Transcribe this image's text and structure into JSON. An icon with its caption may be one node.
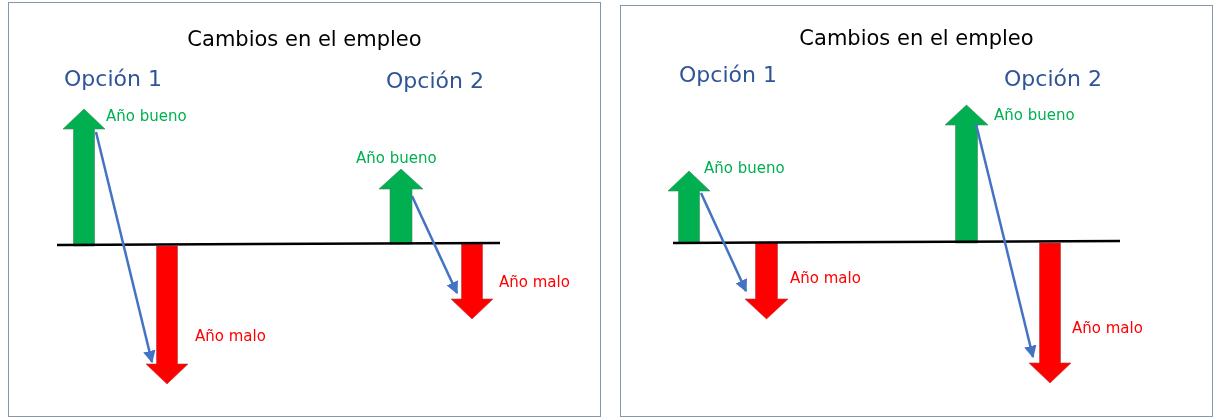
{
  "diagram": {
    "nodes": [
      {
        "text": [
          "Cambios en el empleo"
        ]
      },
      {
        "text": [],
        "shape": "arrow",
        "beside": [
          "Año bueno"
        ],
        "in": 0
      },
      {
        "text": [],
        "shape": "arrow",
        "beside": [
          "Año malo"
        ],
        "in": 0
      },
      {
        "text": [],
        "shape": "arrow",
        "beside": [
          "Año bueno"
        ],
        "in": 0
      },
      {
        "text": [],
        "shape": "arrow",
        "beside": [
          "Año malo"
        ],
        "in": 0
      },
      {
        "text": [
          "Cambios en el empleo"
        ]
      },
      {
        "text": [],
        "shape": "arrow",
        "beside": [
          "Año bueno"
        ],
        "in": 5
      },
      {
        "text": [],
        "shape": "arrow",
        "beside": [
          "Año malo"
        ],
        "in": 5
      },
      {
        "text": [],
        "shape": "arrow",
        "beside": [
          "Año bueno"
        ],
        "in": 5
      },
      {
        "text": [],
        "shape": "arrow",
        "beside": [
          "Año malo"
        ],
        "in": 5
      }
    ],
    "edges": [
      {
        "from": 1,
        "to": 2,
        "arrow": "to"
      },
      {
        "from": 3,
        "to": 4,
        "arrow": "to"
      },
      {
        "from": 6,
        "to": 7,
        "arrow": "to"
      },
      {
        "from": 8,
        "to": 9,
        "arrow": "to"
      }
    ],
    "labels": [
      "Opción 1",
      "Opción 2",
      "Opción 1",
      "Opción 2"
    ]
  }
}
